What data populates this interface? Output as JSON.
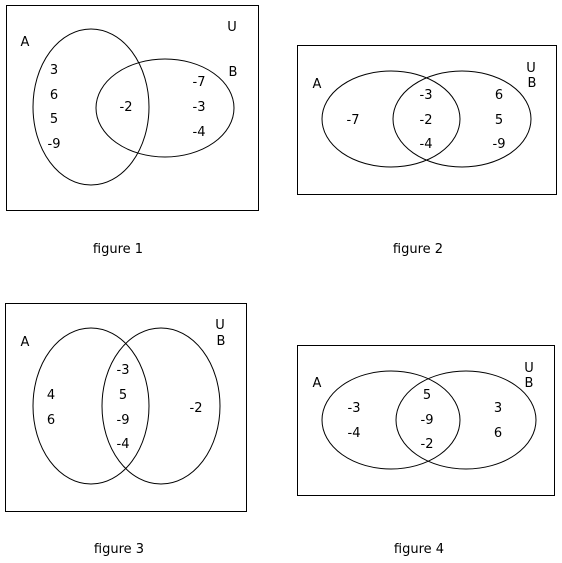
{
  "colors": {
    "stroke": "#000000",
    "text": "#000000",
    "background": "#ffffff"
  },
  "figures": [
    {
      "caption": "figure 1",
      "universe_label": "U",
      "set_a_label": "A",
      "set_b_label": "B",
      "a_only": [
        "3",
        "6",
        "5",
        "-9"
      ],
      "both": [
        "-2"
      ],
      "b_only": [
        "-7",
        "-3",
        "-4"
      ]
    },
    {
      "caption": "figure 2",
      "universe_label": "U",
      "set_a_label": "A",
      "set_b_label": "B",
      "a_only": [
        "-7"
      ],
      "both": [
        "-3",
        "-2",
        "-4"
      ],
      "b_only": [
        "6",
        "5",
        "-9"
      ]
    },
    {
      "caption": "figure 3",
      "universe_label": "U",
      "set_a_label": "A",
      "set_b_label": "B",
      "a_only": [
        "4",
        "6"
      ],
      "both": [
        "-3",
        "5",
        "-9",
        "-4"
      ],
      "b_only": [
        "-2"
      ]
    },
    {
      "caption": "figure 4",
      "universe_label": "U",
      "set_a_label": "A",
      "set_b_label": "B",
      "a_only": [
        "-3",
        "-4"
      ],
      "both": [
        "5",
        "-9",
        "-2"
      ],
      "b_only": [
        "3",
        "6"
      ]
    }
  ]
}
